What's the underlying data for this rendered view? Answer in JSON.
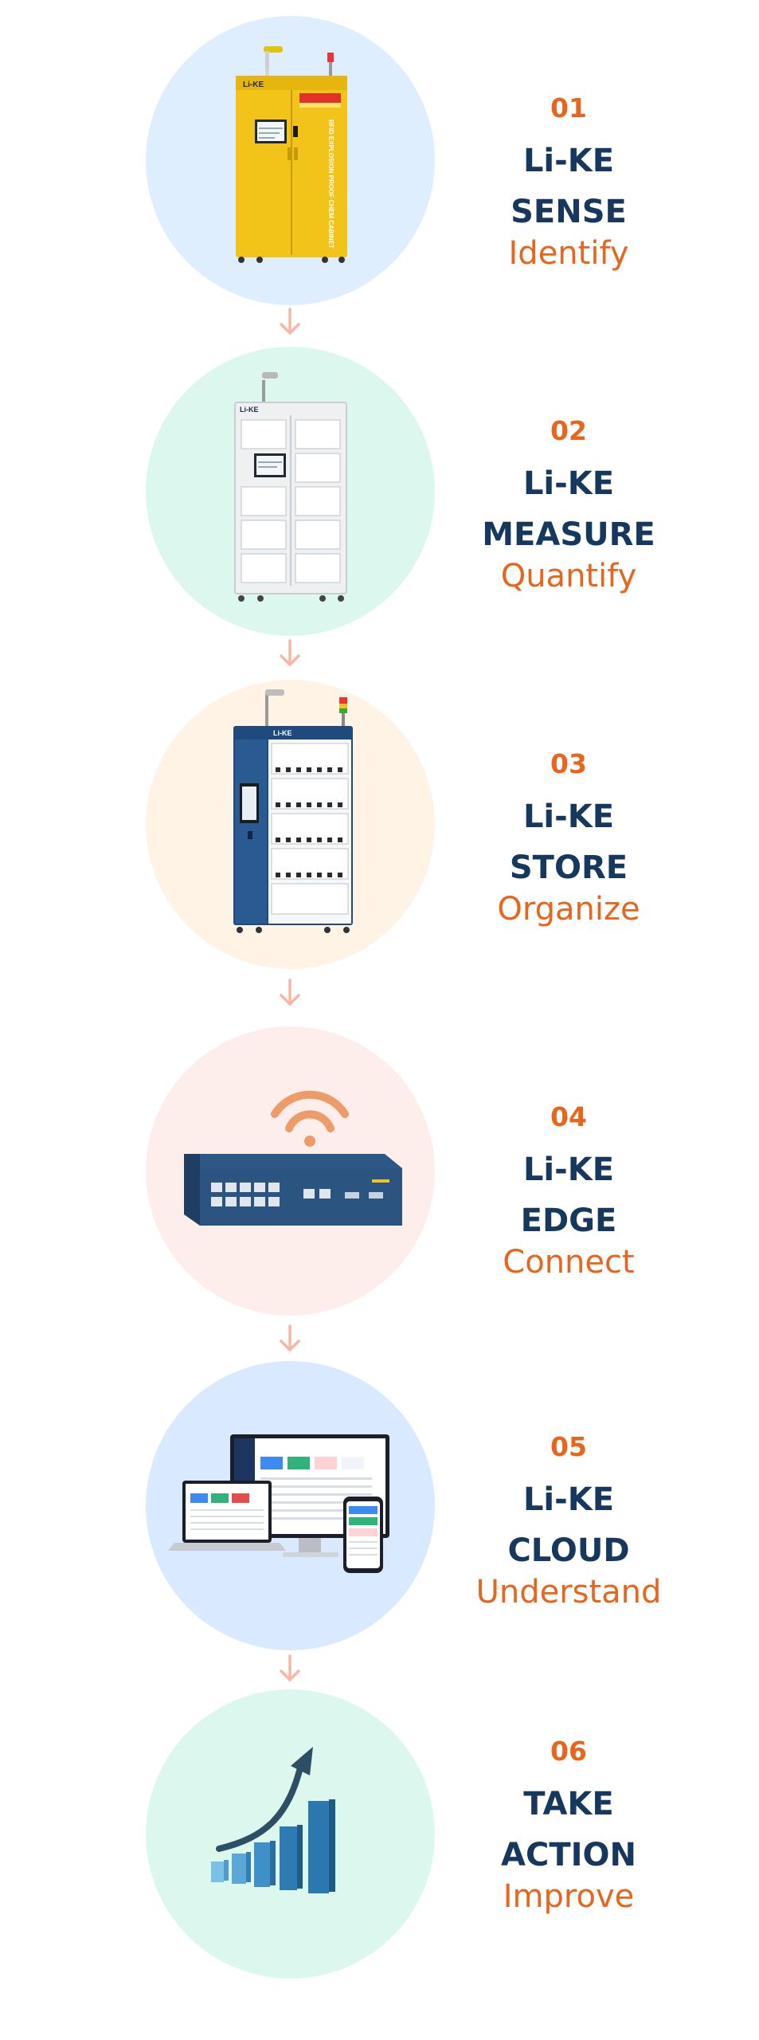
{
  "colors": {
    "number": "#e8651d",
    "title": "#16385f",
    "subtitle": "#e8651d",
    "arrow": "#f6b7a4"
  },
  "steps": [
    {
      "number": "01",
      "title_line1": "Li-KE",
      "title_line2": "SENSE",
      "subtitle": "Identify",
      "circle_color": "#dfeeff",
      "cabinet_brand": "Li-KE",
      "cabinet_side_text": "RFID EXPLOSION PROOF CHEM CABINET",
      "icon": "yellow-cabinet-icon"
    },
    {
      "number": "02",
      "title_line1": "Li-KE",
      "title_line2": "MEASURE",
      "subtitle": "Quantify",
      "circle_color": "#dcf8ee",
      "cabinet_brand": "Li-KE",
      "icon": "white-cabinet-icon"
    },
    {
      "number": "03",
      "title_line1": "Li-KE",
      "title_line2": "STORE",
      "subtitle": "Organize",
      "circle_color": "#fff3e6",
      "cabinet_brand": "Li-KE",
      "icon": "blue-cabinet-icon"
    },
    {
      "number": "04",
      "title_line1": "Li-KE",
      "title_line2": "EDGE",
      "subtitle": "Connect",
      "circle_color": "#fdeeeb",
      "icon": "network-switch-icon"
    },
    {
      "number": "05",
      "title_line1": "Li-KE",
      "title_line2": "CLOUD",
      "subtitle": "Understand",
      "circle_color": "#d9e9ff",
      "icon": "cloud-devices-icon"
    },
    {
      "number": "06",
      "title_line1": "TAKE",
      "title_line2": "ACTION",
      "subtitle": "Improve",
      "circle_color": "#dcf8ee",
      "icon": "growth-chart-icon"
    }
  ]
}
